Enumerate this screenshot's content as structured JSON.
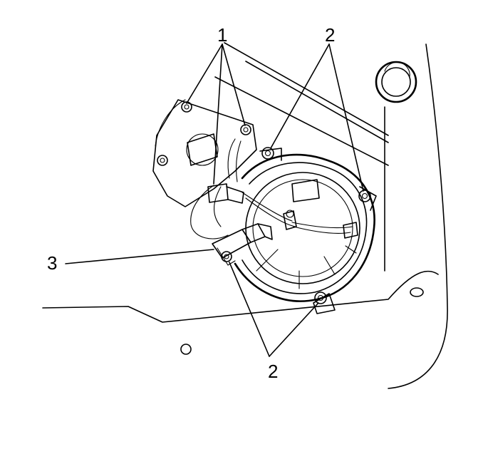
{
  "diagram": {
    "callouts": {
      "fasteners_1": "1",
      "fasteners_2_top": "2",
      "connector_3": "3",
      "fasteners_2_bottom": "2"
    },
    "line_color": "#000000",
    "background_color": "#ffffff"
  }
}
